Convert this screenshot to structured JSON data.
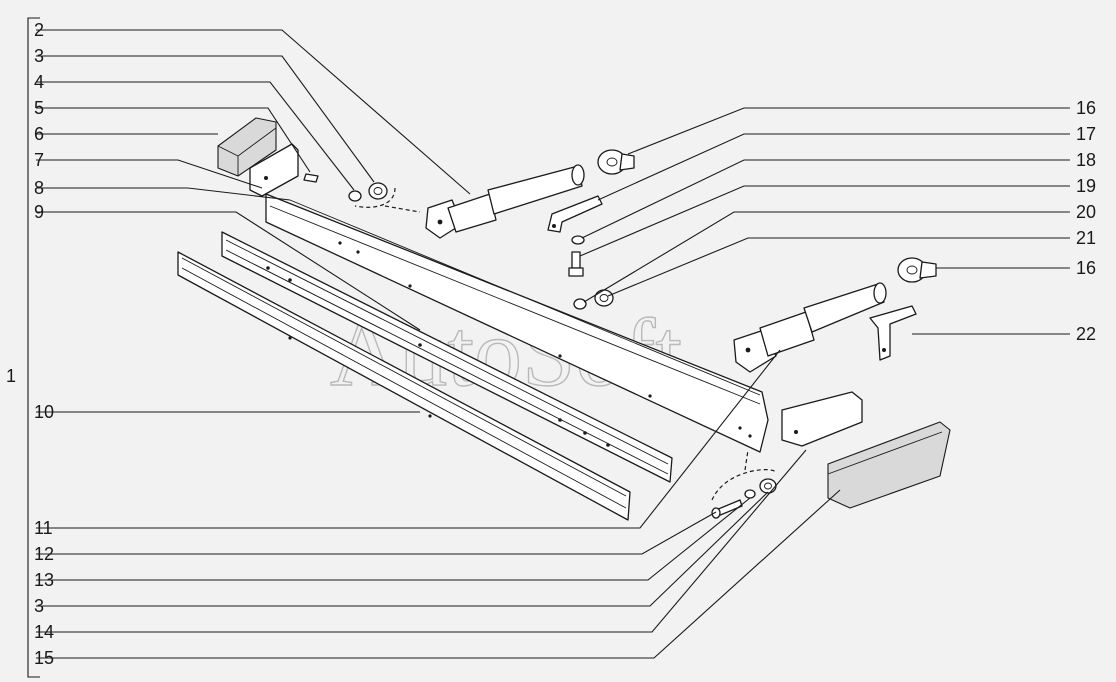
{
  "watermark": "AutoSoft",
  "assembly_label": "1",
  "callouts_left": [
    "2",
    "3",
    "4",
    "5",
    "6",
    "7",
    "8",
    "9",
    "10",
    "11",
    "12",
    "13",
    "3",
    "14",
    "15"
  ],
  "callouts_right": [
    "16",
    "17",
    "18",
    "19",
    "20",
    "21",
    "16",
    "22"
  ],
  "colors": {
    "background": "#f2f2f2",
    "ink": "#1a1a1a",
    "watermark": "#b0b0b0"
  }
}
